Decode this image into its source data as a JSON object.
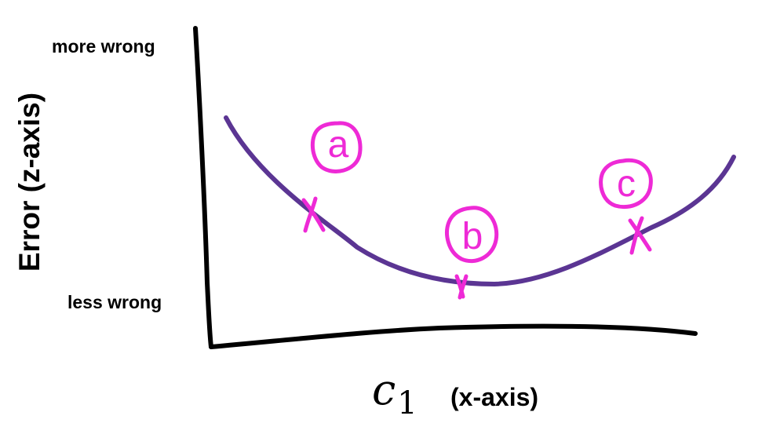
{
  "diagram": {
    "y_axis": {
      "title": "Error (z-axis)",
      "top_label": "more wrong",
      "bottom_label": "less wrong"
    },
    "x_axis": {
      "symbol": "c",
      "subscript": "1",
      "suffix": "(x-axis)"
    },
    "points": [
      {
        "id": "a",
        "label": "a"
      },
      {
        "id": "b",
        "label": "b"
      },
      {
        "id": "c",
        "label": "c"
      }
    ],
    "colors": {
      "axes": "#000000",
      "curve": "#5b3593",
      "markers": "#ee2ad6"
    }
  }
}
